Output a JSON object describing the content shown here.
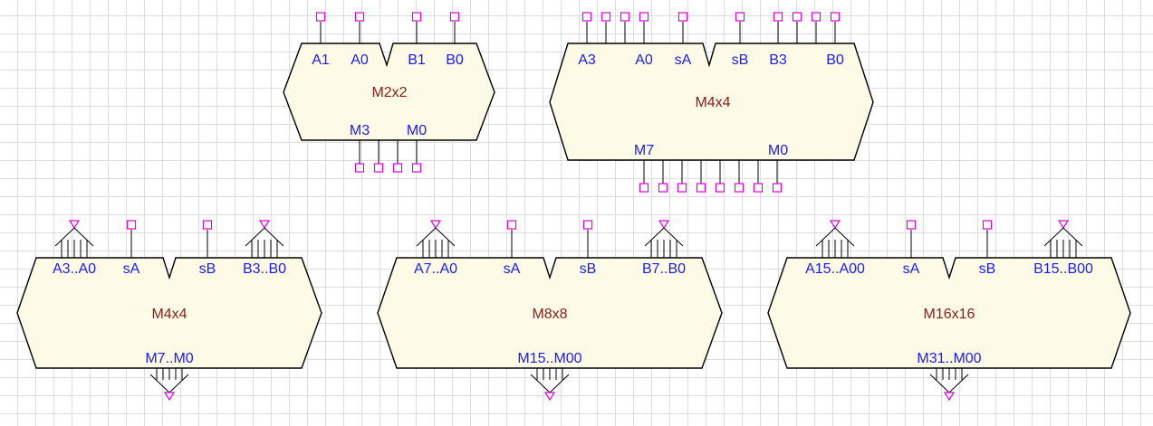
{
  "colors": {
    "body_fill": "#fdfbe6",
    "outline": "#000000",
    "pin": "#e000e0",
    "pin_label": "#1a1aff",
    "title": "#8b1a1a",
    "grid": "#dcdcdc"
  },
  "blocks": [
    {
      "id": "m2x2",
      "title": "M2x2",
      "top_labels": [
        "A1",
        "A0",
        "B1",
        "B0"
      ],
      "bottom_labels": [
        "M3",
        "M0"
      ]
    },
    {
      "id": "m4x4-flat",
      "title": "M4x4",
      "top_labels": [
        "A3",
        "A0",
        "sA",
        "sB",
        "B3",
        "B0"
      ],
      "bottom_labels": [
        "M7",
        "M0"
      ]
    },
    {
      "id": "m4x4-bus",
      "title": "M4x4",
      "top_labels": [
        "A3..A0",
        "sA",
        "sB",
        "B3..B0"
      ],
      "bottom_labels": [
        "M7..M0"
      ]
    },
    {
      "id": "m8x8",
      "title": "M8x8",
      "top_labels": [
        "A7..A0",
        "sA",
        "sB",
        "B7..B0"
      ],
      "bottom_labels": [
        "M15..M00"
      ]
    },
    {
      "id": "m16x16",
      "title": "M16x16",
      "top_labels": [
        "A15..A00",
        "sA",
        "sB",
        "B15..B00"
      ],
      "bottom_labels": [
        "M31..M00"
      ]
    }
  ]
}
